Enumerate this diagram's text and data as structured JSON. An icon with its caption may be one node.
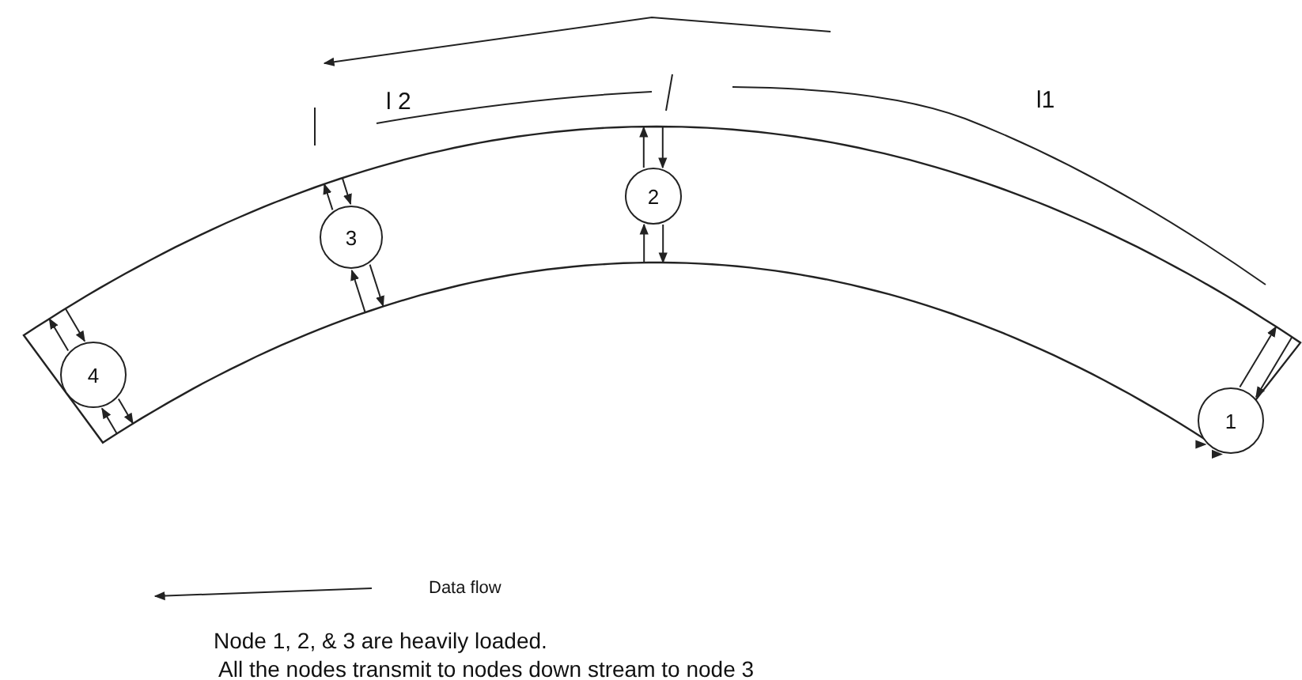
{
  "diagram": {
    "nodes": [
      {
        "text": [],
        "shape": "band"
      },
      {
        "text": [
          "1"
        ],
        "in": 0
      },
      {
        "text": [
          "2"
        ],
        "in": 0
      },
      {
        "text": [
          "3"
        ],
        "in": 0
      },
      {
        "text": [
          "4"
        ],
        "in": 0
      }
    ],
    "edges": [
      {
        "from": 1,
        "to": 0,
        "arrow": "to"
      },
      {
        "from": 0,
        "to": 1,
        "arrow": "to"
      },
      {
        "from": 0,
        "to": 1,
        "arrow": "to"
      },
      {
        "from": 1,
        "to": 0,
        "arrow": "to"
      },
      {
        "from": 2,
        "to": 0,
        "arrow": "to"
      },
      {
        "from": 0,
        "to": 2,
        "arrow": "to"
      },
      {
        "from": 0,
        "to": 2,
        "arrow": "to"
      },
      {
        "from": 2,
        "to": 0,
        "arrow": "to"
      },
      {
        "from": 3,
        "to": 0,
        "arrow": "to"
      },
      {
        "from": 0,
        "to": 3,
        "arrow": "to"
      },
      {
        "from": 0,
        "to": 3,
        "arrow": "to"
      },
      {
        "from": 3,
        "to": 0,
        "arrow": "to"
      },
      {
        "from": 4,
        "to": 0,
        "arrow": "to"
      },
      {
        "from": 0,
        "to": 4,
        "arrow": "to"
      },
      {
        "from": 0,
        "to": 4,
        "arrow": "to"
      },
      {
        "from": 4,
        "to": 0,
        "arrow": "to"
      }
    ],
    "labels": [
      "l 2",
      "l1",
      "Node 1, 2, & 3 are heavily loaded.",
      "All the nodes transmit to nodes down stream to node 3"
    ],
    "legend": [
      {
        "text": "Data flow"
      }
    ]
  }
}
